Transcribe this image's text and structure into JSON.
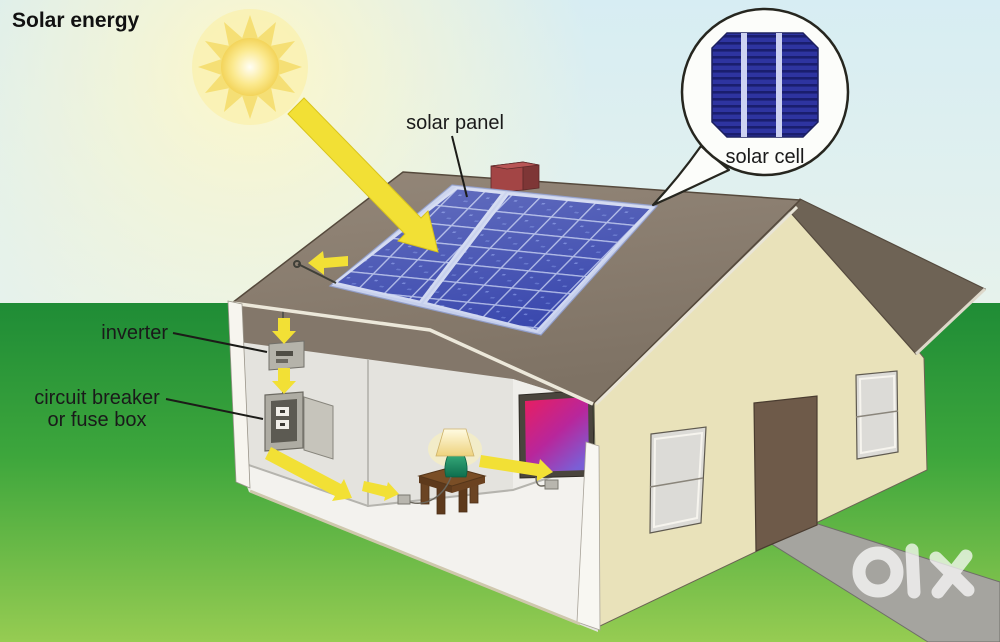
{
  "title": "Solar energy",
  "labels": {
    "solar_panel": "solar panel",
    "solar_cell": "solar cell",
    "inverter": "inverter",
    "circuit_breaker_line1": "circuit breaker",
    "circuit_breaker_line2": "or fuse box"
  },
  "watermark": {
    "brand": "OLX"
  },
  "scene": {
    "objects": [
      "sun",
      "sunbeam-arrow",
      "solar-panel-array",
      "solar-cell-callout",
      "chimney",
      "roof",
      "house-gable-wall",
      "door",
      "windows",
      "cutaway-interior",
      "inverter-box",
      "circuit-breaker-box",
      "table",
      "lamp",
      "television",
      "energy-flow-arrows",
      "walkway",
      "grass",
      "sky"
    ]
  },
  "colors": {
    "sky": "#d9eef3",
    "sun_yellow": "#f4dd6e",
    "grass_dark": "#1f8c36",
    "grass_light": "#96cc52",
    "roof_taupe": "#8a7e70",
    "wall_cream": "#e9e2ba",
    "panel_blue": "#3b49ae",
    "panel_grid": "#a9b4e4",
    "arrow_yellow": "#f2e035",
    "chimney_red": "#a34545",
    "door_brown": "#6e5a49",
    "tv_screen_pink": "#e91e5f",
    "tv_screen_purple": "#7a5fd6",
    "watermark_white": "#ffffff"
  }
}
